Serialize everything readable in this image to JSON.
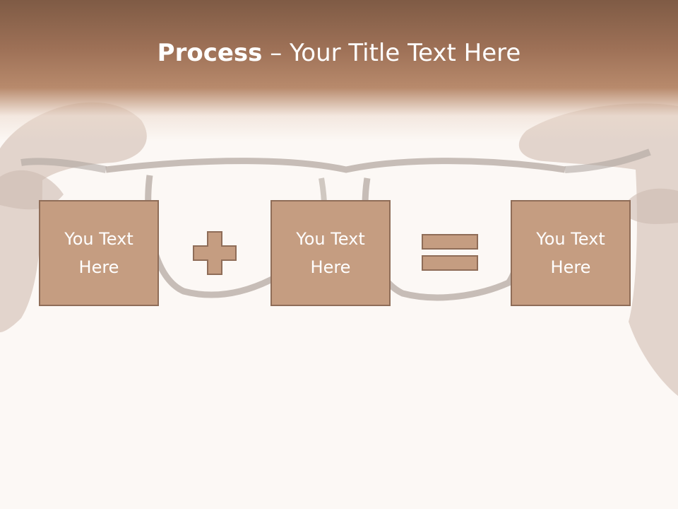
{
  "slide": {
    "title_bold": "Process",
    "title_sep": " – ",
    "title_rest": "Your Title Text Here"
  },
  "process": {
    "boxes": [
      {
        "text": "You Text Here"
      },
      {
        "text": "You Text Here"
      },
      {
        "text": "You Text Here"
      }
    ],
    "operators": [
      "plus",
      "equals"
    ]
  },
  "colors": {
    "header_dark": "#7f5b45",
    "box_fill": "#c59d81",
    "box_border": "#8f6d58",
    "background": "#fcf8f5"
  }
}
